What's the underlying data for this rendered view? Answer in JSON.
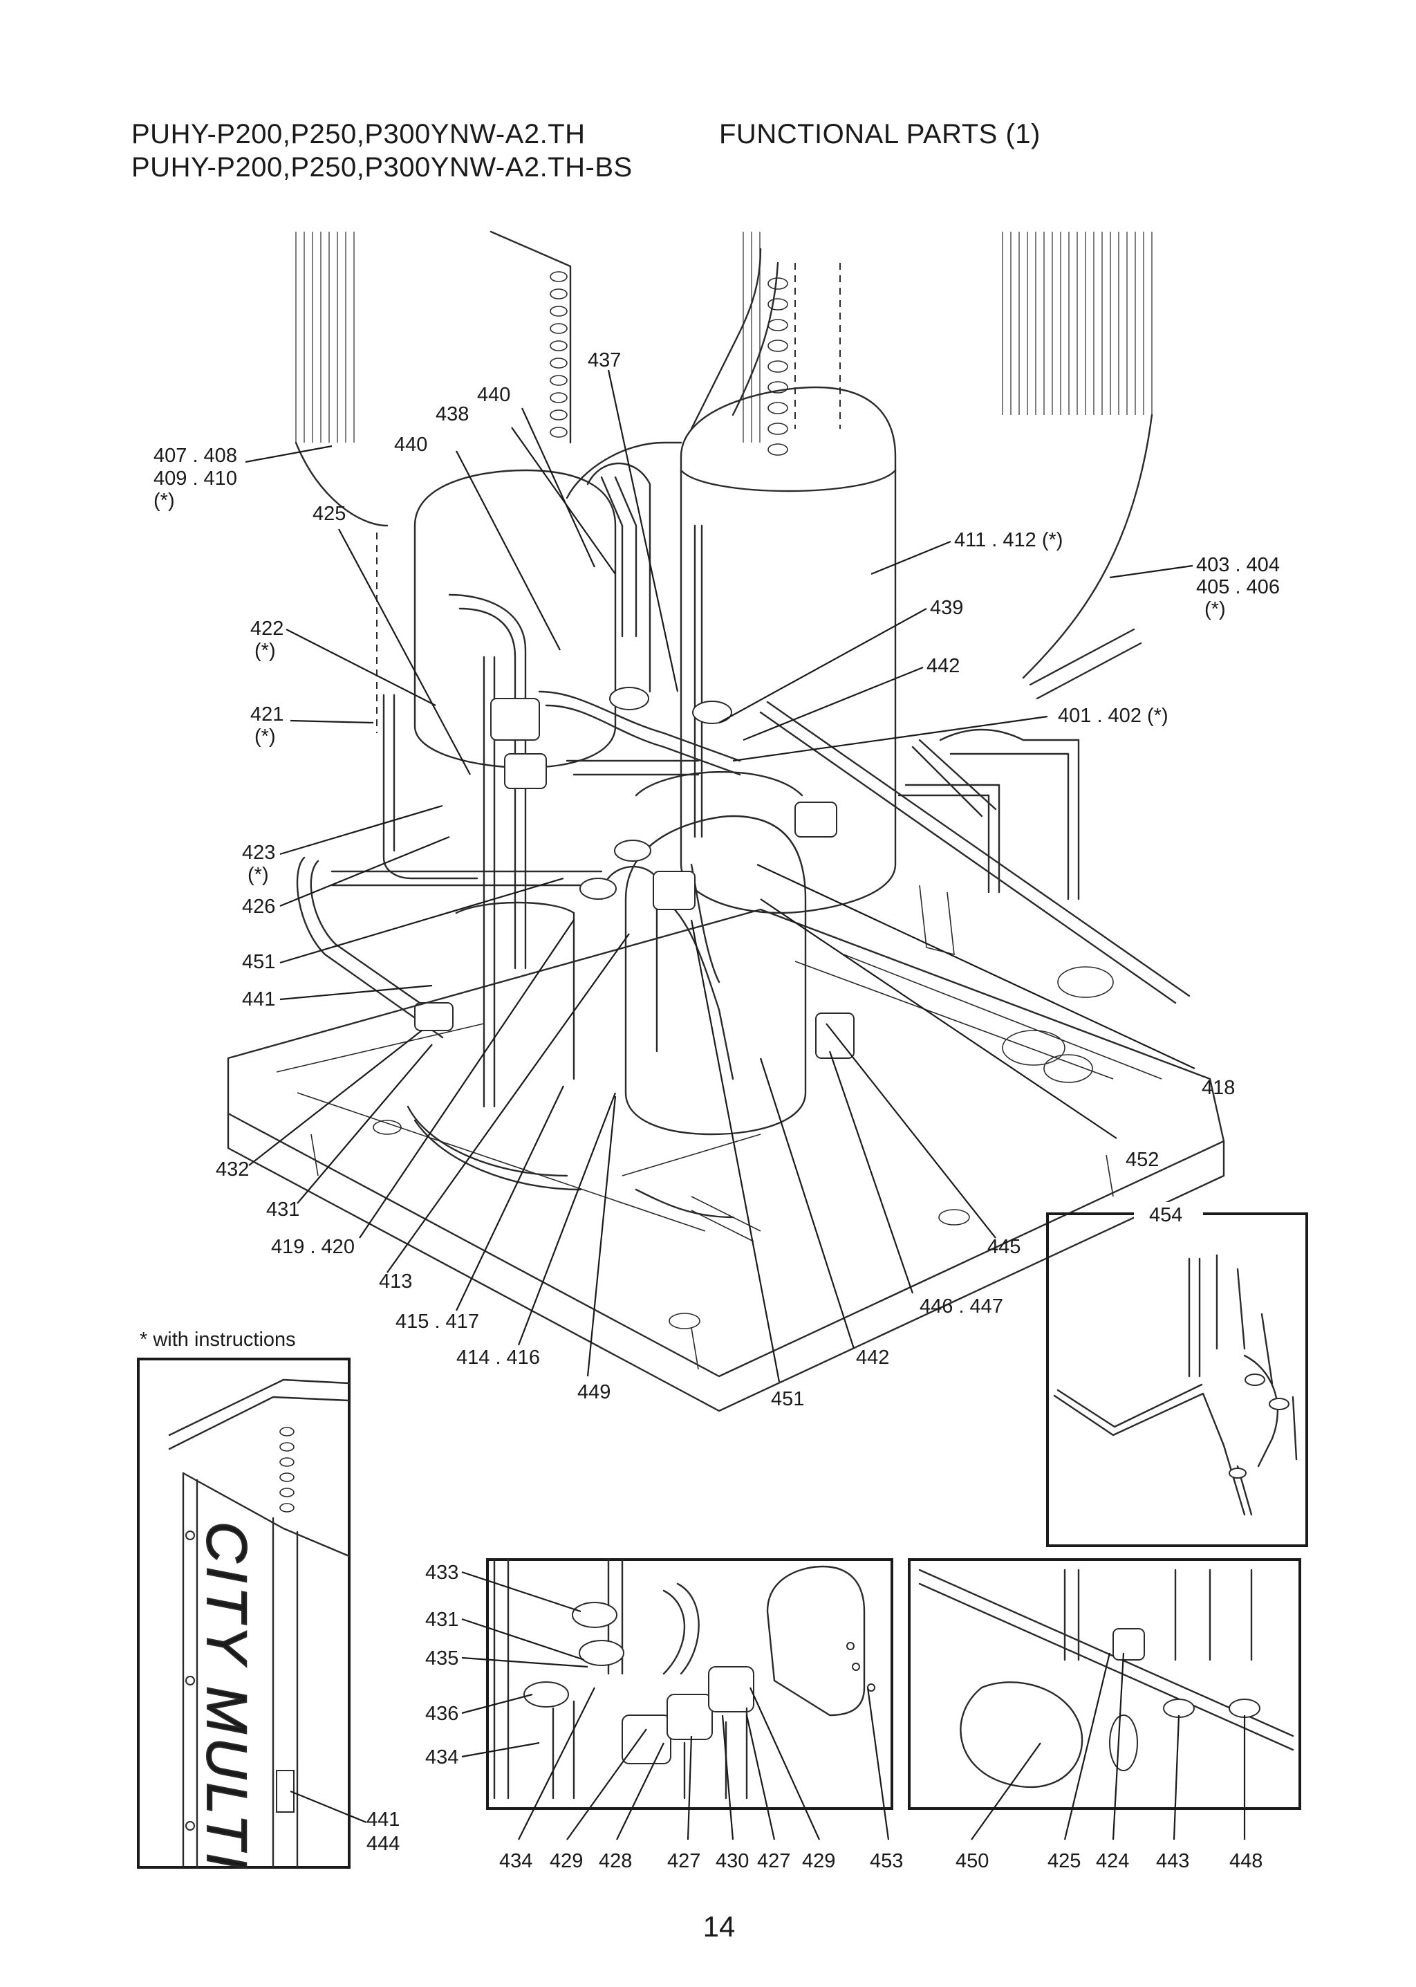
{
  "header": {
    "model_line_1": "PUHY-P200,P250,P300YNW-A2.TH",
    "model_line_2": "PUHY-P200,P250,P300YNW-A2.TH-BS",
    "section_title": "FUNCTIONAL PARTS (1)"
  },
  "footnote": "* with instructions",
  "page_number": "14",
  "callouts": {
    "c437": "437",
    "c440a": "440",
    "c438": "438",
    "c440b": "440",
    "c407_408": "407 . 408",
    "c409_410": "409 . 410",
    "c407_star": "(*)",
    "c425": "425",
    "c411_412": "411 . 412 (*)",
    "c403_404": "403 . 404",
    "c405_406": "405 . 406",
    "c403_star": "(*)",
    "c422": "422",
    "c422_star": "(*)",
    "c439": "439",
    "c442a": "442",
    "c421": "421",
    "c421_star": "(*)",
    "c401_402": "401 . 402 (*)",
    "c423": "423",
    "c423_star": "(*)",
    "c426": "426",
    "c451a": "451",
    "c441a": "441",
    "c418": "418",
    "c452": "452",
    "c432": "432",
    "c431a": "431",
    "c454": "454",
    "c419_420": "419 . 420",
    "c445": "445",
    "c413": "413",
    "c446_447": "446 . 447",
    "c415_417": "415 . 417",
    "c414_416": "414 . 416",
    "c442b": "442",
    "c449": "449",
    "c451b": "451",
    "c433": "433",
    "c431b": "431",
    "c435": "435",
    "c436": "436",
    "c434a": "434",
    "c441b": "441",
    "c444": "444",
    "c434b": "434",
    "c429a": "429",
    "c428": "428",
    "c427a": "427",
    "c430": "430",
    "c427b": "427",
    "c429b": "429",
    "c453": "453",
    "c450": "450",
    "c425b": "425",
    "c424": "424",
    "c443": "443",
    "c448": "448"
  },
  "inset_panel_text": "CITY MULTI",
  "icons": [
    "compressor-icon",
    "accumulator-icon",
    "solenoid-valve-icon",
    "heat-exchanger-fins-icon",
    "base-plate-icon"
  ]
}
